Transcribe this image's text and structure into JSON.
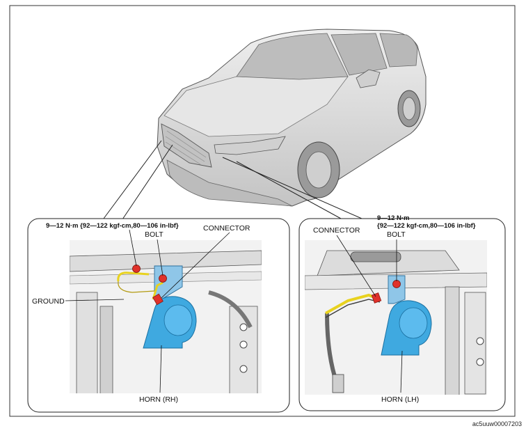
{
  "figure_code": "ac5uuw00007203",
  "panel_rh": {
    "torque_line": "9—12 N·m {92—122 kgf-cm,80—106 in-lbf}",
    "bolt": "BOLT",
    "connector": "CONNECTOR",
    "ground": "GROUND",
    "horn": "HORN (RH)"
  },
  "panel_lh": {
    "torque_line1": "9—12 N·m",
    "torque_line2": "{92—122 kgf-cm,80—106 in-lbf}",
    "bolt": "BOLT",
    "connector": "CONNECTOR",
    "horn": "HORN  (LH)"
  },
  "colors": {
    "horn_fill": "#3fa9e0",
    "horn_stroke": "#1a6fa0",
    "bolt_red": "#e0312a",
    "wire_yellow": "#e8d21f",
    "bracket_blue": "#8fc6e8",
    "car_body": "#d8d8d8"
  }
}
